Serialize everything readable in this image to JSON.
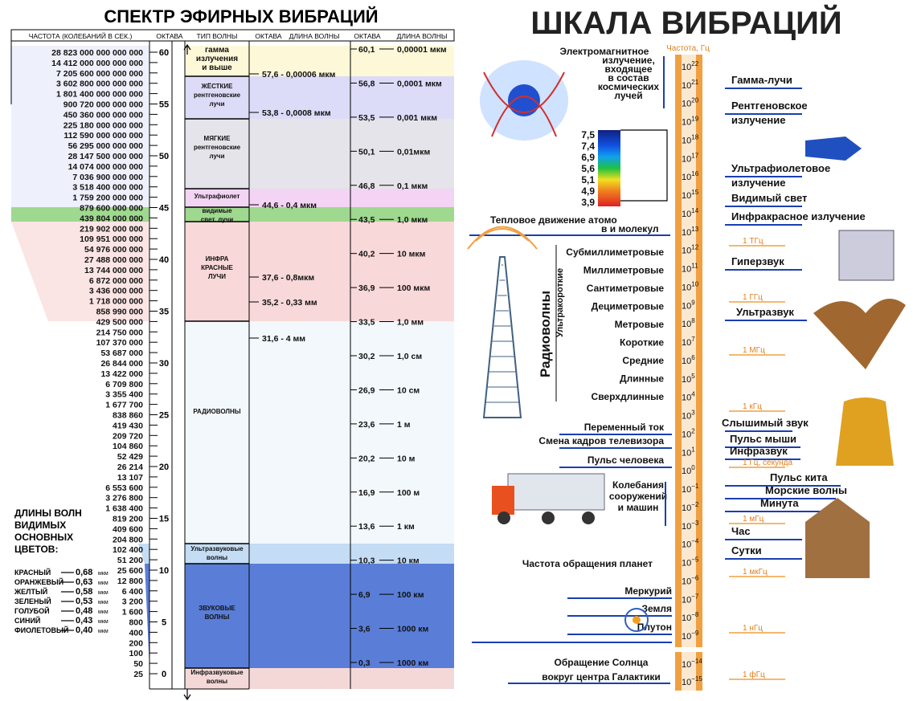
{
  "left": {
    "title": "СПЕКТР ЭФИРНЫХ ВИБРАЦИЙ",
    "headers": [
      "ЧАСТОТА (КОЛЕБАНИЙ В СЕК.)",
      "ОКТАВА",
      "ТИП ВОЛНЫ",
      "ОКТАВА",
      "ДЛИНА ВОЛНЫ",
      "ОКТАВА",
      "ДЛИНА ВОЛНЫ"
    ],
    "frequencies": [
      "28 823 000 000 000 000",
      "14 412 000 000 000 000",
      "7 205 600 000 000 000",
      "3 602 800 000 000 000",
      "1 801 400 000 000 000",
      "900 720 000 000 000",
      "450 360 000 000 000",
      "225 180 000 000 000",
      "112 590 000 000 000",
      "56 295 000 000 000",
      "28 147 500 000 000",
      "14 074 000 000 000",
      "7 036 900 000 000",
      "3 518 400 000 000",
      "1 759 200 000 000",
      "879 600 000 000",
      "439 804 000 000",
      "219 902 000 000",
      "109 951 000 000",
      "54 976 000 000",
      "27 488 000 000",
      "13 744 000 000",
      "6 872 000 000",
      "3 436 000 000",
      "1 718 000 000",
      "858 990 000",
      "429 500 000",
      "214 750 000",
      "107 370 000",
      "53 687 000",
      "26 844 000",
      "13 422 000",
      "6 709 800",
      "3 355 400",
      "1 677 700",
      "838 860",
      "419 430",
      "209 720",
      "104 860",
      "52 429",
      "26 214",
      "13 107",
      "6 553 600",
      "3 276 800",
      "1 638 400",
      "819 200",
      "409 600",
      "204 800",
      "102 400",
      "51 200",
      "25 600",
      "12 800",
      "6 400",
      "3 200",
      "1 600",
      "800",
      "400",
      "200",
      "100",
      "50",
      "25"
    ],
    "octave_labels": [
      "60",
      "55",
      "50",
      "45",
      "40",
      "35",
      "30",
      "25",
      "20",
      "15",
      "10",
      "5",
      "0"
    ],
    "wave_types": [
      "гамма излучения и выше",
      "ЖЁСТКИЕ рентгеновские лучи",
      "МЯГКИЕ рентгеновские лучи",
      "Ультрафиолет",
      "видимые свет. лучи",
      "ИНФРА КРАСНЫЕ ЛУЧИ",
      "РАДИОВОЛНЫ",
      "Ультразвуковые волны",
      "ЗВУКОВЫЕ ВОЛНЫ",
      "Инфразвуковые волны"
    ],
    "mid_lengths": [
      "57,6 - 0,00006 мкм",
      "53,8 - 0,0008 мкм",
      "44,6 - 0,4 мкм",
      "37,6 - 0,8мкм",
      "35,2 - 0,33 мм",
      "31,6 - 4 мм"
    ],
    "right_octaves": [
      {
        "oct": "60,1",
        "len": "0,00001 мкм"
      },
      {
        "oct": "56,8",
        "len": "0,0001 мкм"
      },
      {
        "oct": "53,5",
        "len": "0,001 мкм"
      },
      {
        "oct": "50,1",
        "len": "0,01мкм"
      },
      {
        "oct": "46,8",
        "len": "0,1 мкм"
      },
      {
        "oct": "43,5",
        "len": "1,0 мкм"
      },
      {
        "oct": "40,2",
        "len": "10 мкм"
      },
      {
        "oct": "36,9",
        "len": "100 мкм"
      },
      {
        "oct": "33,5",
        "len": "1,0 мм"
      },
      {
        "oct": "30,2",
        "len": "1,0 см"
      },
      {
        "oct": "26,9",
        "len": "10 см"
      },
      {
        "oct": "23,6",
        "len": "1 м"
      },
      {
        "oct": "20,2",
        "len": "10 м"
      },
      {
        "oct": "16,9",
        "len": "100 м"
      },
      {
        "oct": "13,6",
        "len": "1 км"
      },
      {
        "oct": "10,3",
        "len": "10 км"
      },
      {
        "oct": "6,9",
        "len": "100 км"
      },
      {
        "oct": "3,6",
        "len": "1000 км"
      },
      {
        "oct": "0,3",
        "len": "1000 км"
      }
    ],
    "colors_title": "ДЛИНЫ ВОЛН ВИДИМЫХ ОСНОВНЫХ ЦВЕТОВ:",
    "colors": [
      {
        "name": "КРАСНЫЙ",
        "val": "0,68",
        "unit": "мкм"
      },
      {
        "name": "ОРАНЖЕВЫЙ",
        "val": "0,63",
        "unit": "мкм"
      },
      {
        "name": "ЖЕЛТЫЙ",
        "val": "0,58",
        "unit": "мкм"
      },
      {
        "name": "ЗЕЛЕНЫЙ",
        "val": "0,53",
        "unit": "мкм"
      },
      {
        "name": "ГОЛУБОЙ",
        "val": "0,48",
        "unit": "мкм"
      },
      {
        "name": "СИНИЙ",
        "val": "0,43",
        "unit": "мкм"
      },
      {
        "name": "ФИОЛЕТОВЫЙ",
        "val": "0,40",
        "unit": "мкм"
      }
    ]
  },
  "right": {
    "title": "ШКАЛА ВИБРАЦИЙ",
    "axis_title": "Частота, Гц",
    "powers": [
      "22",
      "21",
      "20",
      "19",
      "18",
      "17",
      "16",
      "15",
      "14",
      "13",
      "12",
      "11",
      "10",
      "9",
      "8",
      "7",
      "6",
      "5",
      "4",
      "3",
      "2",
      "1",
      "0",
      "−1",
      "−2",
      "−3",
      "−4",
      "−5",
      "−6",
      "−7",
      "−8",
      "−9"
    ],
    "powers_bottom": [
      "−14",
      "−15"
    ],
    "em_label": "Электромагнитное излучение, входящее в состав космических лучей",
    "scale_values": [
      "7,5",
      "7,4",
      "6,9",
      "5,6",
      "5,1",
      "4,9",
      "3,9"
    ],
    "thermal": "Тепловое движение атомов и молекул",
    "radio": "Радиоволны",
    "uhf": "Ультракороткие",
    "radio_bands": [
      "Субмиллиметровые",
      "Миллиметровые",
      "Сантиметровые",
      "Дециметровые",
      "Метровые",
      "Короткие",
      "Средние",
      "Длинные",
      "Сверхдлинные"
    ],
    "left_items": [
      "Переменный ток",
      "Смена кадров телевизора",
      "Пульс человека",
      "Колебания сооружений и машин",
      "Частота обращения планет",
      "Меркурий",
      "Земля",
      "Плутон",
      "Обращение Солнца вокруг центра Галактики"
    ],
    "right_items": [
      "Гамма-лучи",
      "Рентгеновское излучение",
      "Ультрафиолетовое излучение",
      "Видимый свет",
      "Инфракрасное излучение",
      "Гиперзвук",
      "Ультразвук",
      "Слышимый звук",
      "Пульс мыши",
      "Инфразвук",
      "Пульс кита",
      "Морские волны",
      "Минута",
      "Час",
      "Сутки"
    ],
    "units": [
      "1 ТГц",
      "1 ГГц",
      "1 МГц",
      "1 кГц",
      "1 Гц, секунда",
      "1 мГц",
      "1 мкГц",
      "1 нГц",
      "1 фГц"
    ]
  },
  "colors": {
    "gamma": "#fdf8d8",
    "hard": "#dcdcf8",
    "soft": "#e4e4ea",
    "uv": "#f4d4f4",
    "visible": "#9fd88f",
    "ir": "#f8d8d8",
    "radio": "#f2f8fc",
    "ultra": "#c4dcf4",
    "sound": "#5a7ed8",
    "infra": "#f4d8d8",
    "scale": "#f0a040",
    "accent": "#1a3fb0"
  }
}
